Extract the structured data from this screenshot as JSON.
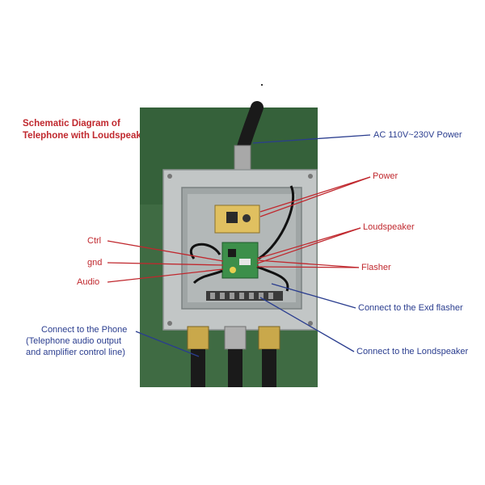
{
  "title": {
    "line1": "Schematic Diagram of",
    "line2": "Telephone with Loudspeaker & Flasher"
  },
  "labels": {
    "ac_power": "AC 110V~230V Power",
    "power": "Power",
    "loudspeaker": "Loudspeaker",
    "flasher": "Flasher",
    "ctrl": "Ctrl",
    "gnd": "gnd",
    "audio": "Audio",
    "exd_flasher": "Connect to the Exd flasher",
    "londspeaker": "Connect to the Londspeaker",
    "phone_line1": "Connect to the Phone",
    "phone_line2": "(Telephone audio output",
    "phone_line3": "and amplifier control line)"
  },
  "colors": {
    "red_label": "#c0282e",
    "blue_label": "#2a3d8f",
    "red_line": "#c0282e",
    "blue_line": "#2a3d8f",
    "photo_bg": "#3f6b43",
    "enclosure": "#b9bdbd",
    "pcb": "#3c8f4a"
  }
}
